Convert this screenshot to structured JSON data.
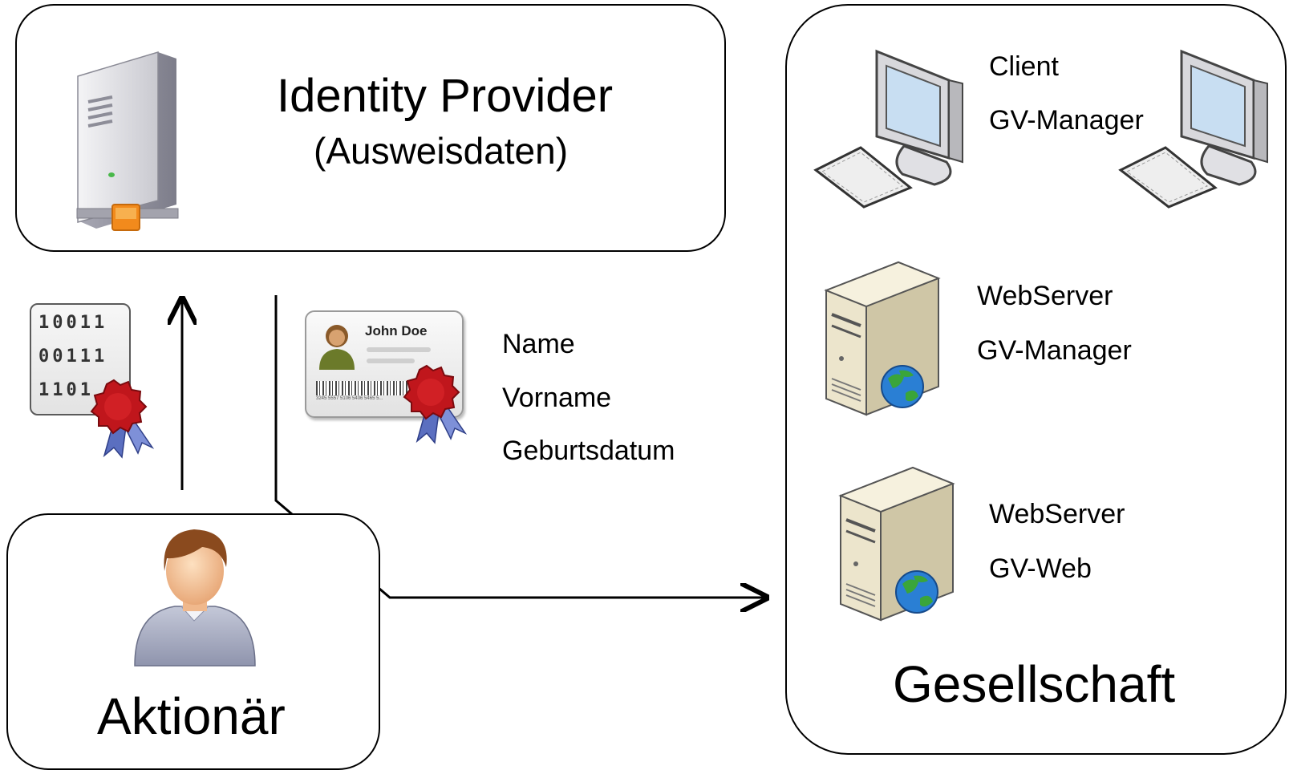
{
  "identity_provider": {
    "title": "Identity Provider",
    "subtitle": "(Ausweisdaten)"
  },
  "id_card": {
    "name_on_card": "John Doe",
    "barcode_number": "3245 5557 5106 5406 5465 5..."
  },
  "certificate": {
    "binary_lines": [
      "10011",
      "00111",
      "1101"
    ]
  },
  "attributes": [
    "Name",
    "Vorname",
    "Geburtsdatum"
  ],
  "actor": {
    "label": "Aktionär"
  },
  "company": {
    "label": "Gesellschaft",
    "client": {
      "line1": "Client",
      "line2": "GV-Manager"
    },
    "server1": {
      "line1": "WebServer",
      "line2": "GV-Manager"
    },
    "server2": {
      "line1": "WebServer",
      "line2": "GV-Web"
    }
  },
  "icons": {
    "idp": "network-server-icon",
    "cert": "signed-certificate-icon",
    "card": "identity-card-icon",
    "actor": "user-icon",
    "client": "desktop-computer-icon",
    "webserver": "web-server-icon"
  },
  "colors": {
    "seal": "#c0161c",
    "ribbon": "#5b6fc0",
    "connector": "#f28a1c",
    "server_beige": "#e8e0c6",
    "globe": "#2a7fd4"
  }
}
